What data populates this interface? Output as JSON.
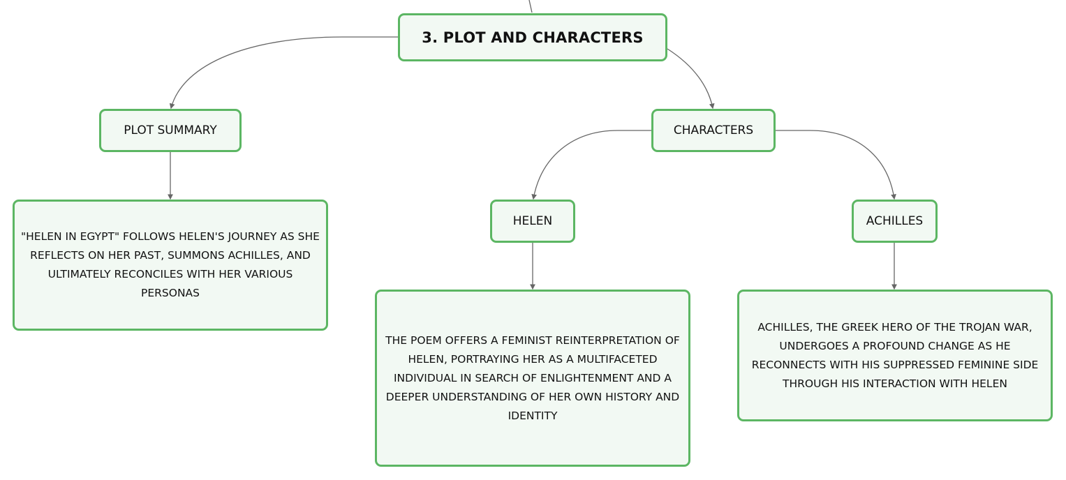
{
  "root": {
    "title": "3. PLOT AND CHARACTERS"
  },
  "plot_summary": {
    "title": "PLOT SUMMARY",
    "text": "\"HELEN IN EGYPT\" FOLLOWS HELEN'S JOURNEY AS SHE REFLECTS ON HER PAST, SUMMONS ACHILLES, AND ULTIMATELY RECONCILES WITH HER VARIOUS PERSONAS"
  },
  "characters": {
    "title": "CHARACTERS",
    "helen": {
      "title": "HELEN",
      "text": "THE POEM OFFERS A FEMINIST REINTERPRETATION OF HELEN, PORTRAYING HER AS A MULTIFACETED INDIVIDUAL IN SEARCH OF ENLIGHTENMENT AND A DEEPER UNDERSTANDING OF HER OWN HISTORY AND IDENTITY"
    },
    "achilles": {
      "title": "ACHILLES",
      "text": "ACHILLES, THE GREEK HERO OF THE TROJAN WAR, UNDERGOES A PROFOUND CHANGE AS HE RECONNECTS WITH HIS SUPPRESSED FEMININE SIDE THROUGH HIS INTERACTION WITH HELEN"
    }
  },
  "colors": {
    "node_border": "#5cb663",
    "node_fill": "#f2f9f3",
    "connector": "#666666"
  }
}
